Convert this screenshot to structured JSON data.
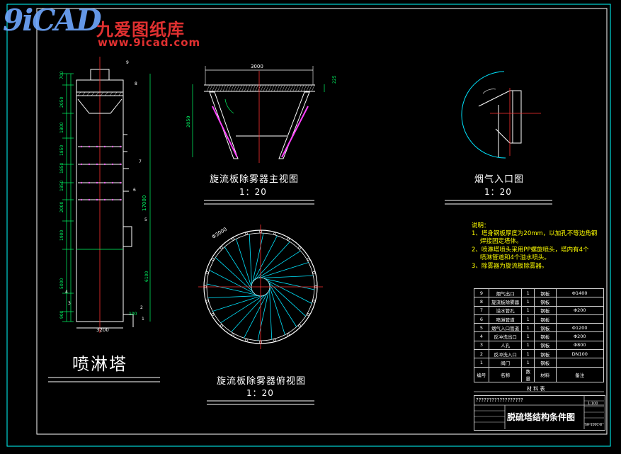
{
  "logo": {
    "brand_mark": "9iCAD",
    "name": "九爱图纸库",
    "url": "www.9icad.com"
  },
  "views": {
    "tower_title": "喷淋塔",
    "demister_front_title": "旋流板除雾器主视图",
    "demister_front_scale": "1：20",
    "flue_inlet_title": "烟气入口图",
    "flue_inlet_scale": "1：20",
    "demister_top_title": "旋流板除雾器俯视图",
    "demister_top_scale": "1：20"
  },
  "dimensions": {
    "tower_width": "3200",
    "tower_height": "17000",
    "demister_width": "3000",
    "demister_height": "2050",
    "demister_side": "225",
    "demister_dia": "Φ3000",
    "tower_left": [
      "700",
      "2050",
      "1800",
      "1850",
      "1850",
      "1850",
      "2000",
      "1900",
      "5000",
      "900"
    ],
    "tower_right": [
      "6100",
      "100"
    ]
  },
  "notes": {
    "heading": "说明：",
    "items": [
      "1、塔身钢板厚度为20mm，以加孔不等边角钢",
      "焊接固定塔体。",
      "2、喷淋塔喷头采用PP螺旋喷头，塔内有4个",
      "喷淋管道和4个溢水喷头。",
      "3、除雾器为旋流板除雾器。"
    ]
  },
  "bom": {
    "rows": [
      {
        "no": "9",
        "name": "烟气出口",
        "qty": "1",
        "mat": "钢板",
        "note": "Φ1400"
      },
      {
        "no": "8",
        "name": "旋流板除雾器",
        "qty": "1",
        "mat": "钢板",
        "note": ""
      },
      {
        "no": "7",
        "name": "溢水管孔",
        "qty": "1",
        "mat": "钢板",
        "note": "Φ200"
      },
      {
        "no": "6",
        "name": "喷淋管道",
        "qty": "1",
        "mat": "钢板",
        "note": ""
      },
      {
        "no": "5",
        "name": "烟气入口管道",
        "qty": "1",
        "mat": "钢板",
        "note": "Φ1200"
      },
      {
        "no": "4",
        "name": "反冲洗出口",
        "qty": "1",
        "mat": "钢板",
        "note": "Φ200"
      },
      {
        "no": "3",
        "name": "人孔",
        "qty": "1",
        "mat": "钢板",
        "note": "Φ800"
      },
      {
        "no": "2",
        "name": "反冲洗入口",
        "qty": "1",
        "mat": "钢板",
        "note": "DN100"
      },
      {
        "no": "1",
        "name": "阀门",
        "qty": "1",
        "mat": "钢板",
        "note": ""
      }
    ],
    "header": {
      "no": "编号",
      "name": "名称",
      "qty": "数量",
      "mat": "材料",
      "note": "备注"
    },
    "caption": "材 料 表"
  },
  "titleblock": {
    "placeholder": "??????????????????",
    "drawing_name": "脱硫塔结构条件图",
    "scale": "1:100",
    "code": "SH-100C-B"
  },
  "part_labels": [
    "9",
    "8",
    "7",
    "6",
    "5",
    "4",
    "3",
    "2",
    "1"
  ],
  "colors": {
    "background": "#000000",
    "line_white": "#ffffff",
    "centerline": "#ff3030",
    "hidden_blue": "#00e5ff",
    "dimension_green": "#00ff66",
    "notes_yellow": "#ffff00",
    "frame_cyan": "#00ffff"
  }
}
